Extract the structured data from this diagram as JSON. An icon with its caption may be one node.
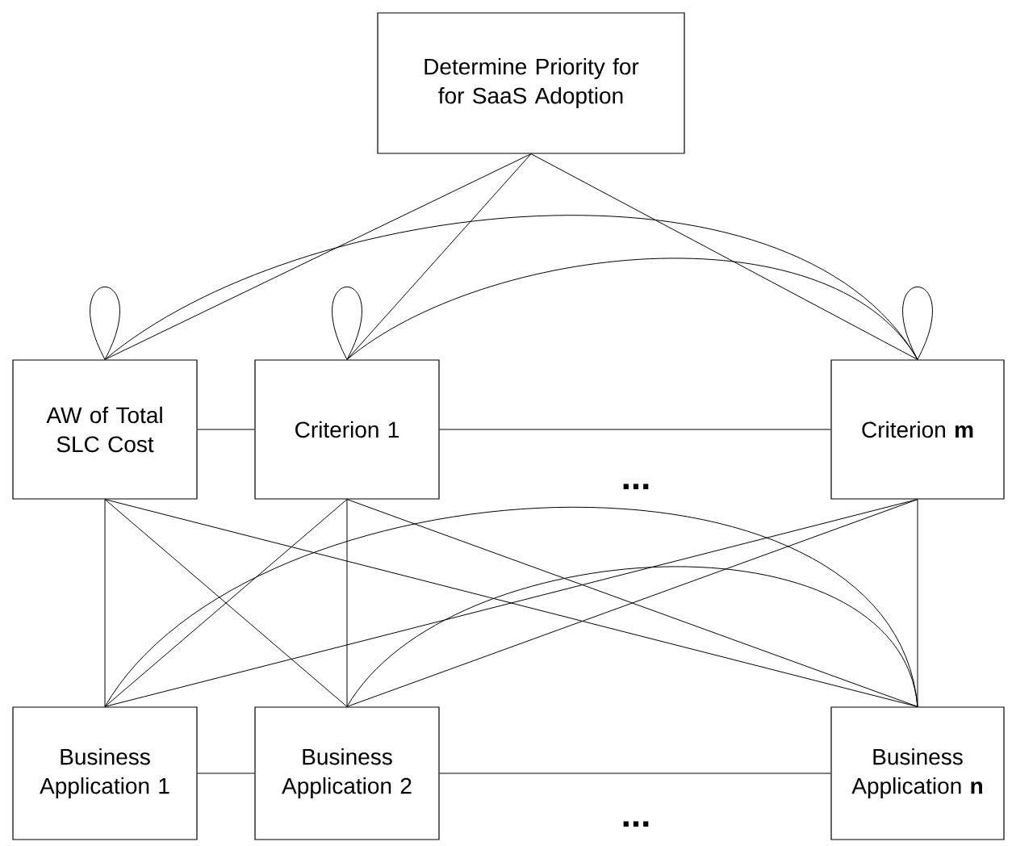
{
  "diagram": {
    "nodes": [
      {
        "text": [
          "Determine Priority for for SaaS Adoption"
        ]
      },
      {
        "text": [
          "AW of Total SLC Cost"
        ]
      },
      {
        "text": [
          "Criterion 1"
        ]
      },
      {
        "text": [
          "Criterion **m**"
        ]
      },
      {
        "text": [
          "Business Application 1"
        ]
      },
      {
        "text": [
          "Business Application 2"
        ]
      },
      {
        "text": [
          "Business Application **n**"
        ]
      }
    ],
    "edges": [
      {
        "from": 0,
        "to": 1,
        "arrow": "none"
      },
      {
        "from": 0,
        "to": 2,
        "arrow": "none"
      },
      {
        "from": 0,
        "to": 3,
        "arrow": "none"
      },
      {
        "from": 1,
        "to": 1,
        "arrow": "none"
      },
      {
        "from": 2,
        "to": 2,
        "arrow": "none"
      },
      {
        "from": 3,
        "to": 3,
        "arrow": "none"
      },
      {
        "from": 1,
        "to": 3,
        "arrow": "none"
      },
      {
        "from": 2,
        "to": 3,
        "arrow": "none"
      },
      {
        "from": 1,
        "to": 2,
        "arrow": "none"
      },
      {
        "from": 2,
        "to": 3,
        "arrow": "none"
      },
      {
        "from": 1,
        "to": 4,
        "arrow": "none"
      },
      {
        "from": 1,
        "to": 5,
        "arrow": "none"
      },
      {
        "from": 1,
        "to": 6,
        "arrow": "none"
      },
      {
        "from": 2,
        "to": 4,
        "arrow": "none"
      },
      {
        "from": 2,
        "to": 5,
        "arrow": "none"
      },
      {
        "from": 2,
        "to": 6,
        "arrow": "none"
      },
      {
        "from": 3,
        "to": 4,
        "arrow": "none"
      },
      {
        "from": 3,
        "to": 5,
        "arrow": "none"
      },
      {
        "from": 3,
        "to": 6,
        "arrow": "none"
      },
      {
        "from": 4,
        "to": 6,
        "arrow": "none"
      },
      {
        "from": 5,
        "to": 6,
        "arrow": "none"
      },
      {
        "from": 4,
        "to": 5,
        "arrow": "none"
      },
      {
        "from": 5,
        "to": 6,
        "arrow": "none"
      }
    ],
    "labels": [
      "...",
      "..."
    ]
  }
}
